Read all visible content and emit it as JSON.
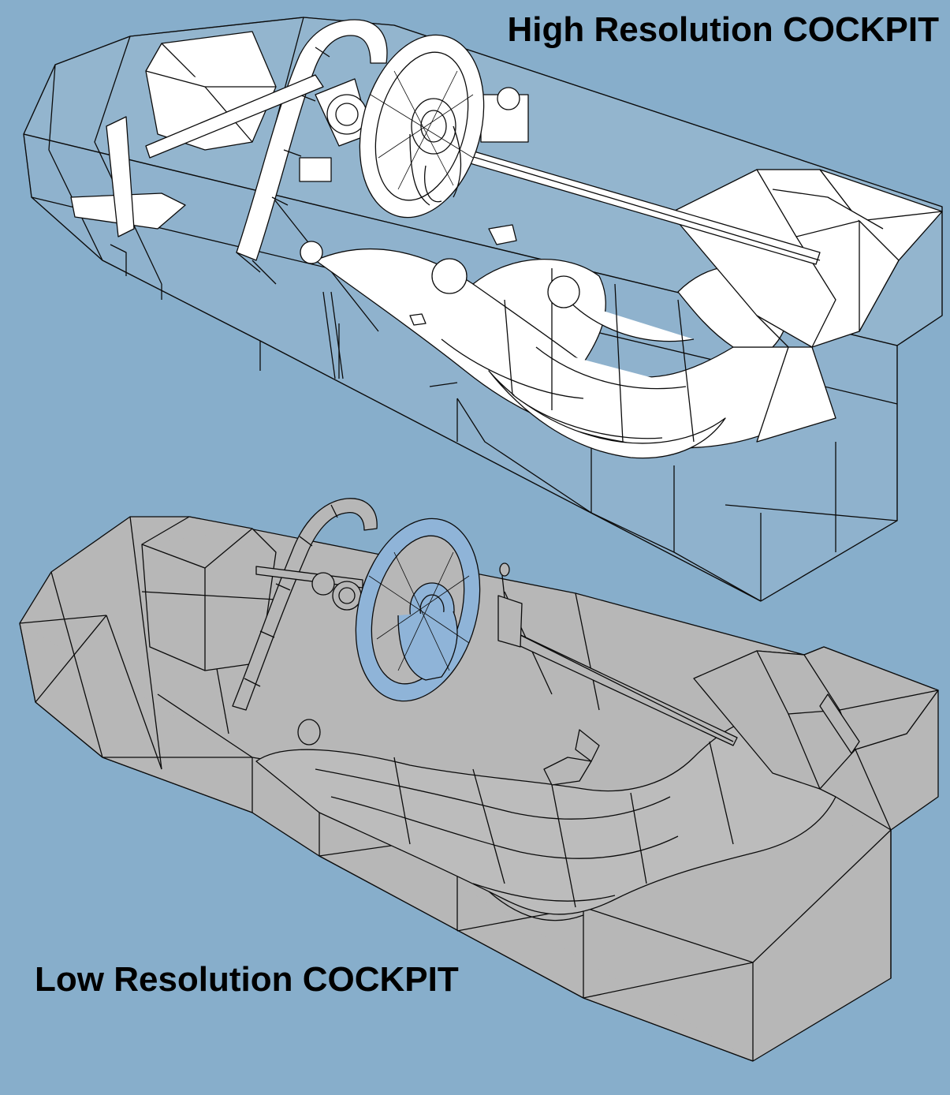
{
  "labels": {
    "high_res": "High Resolution COCKPIT",
    "low_res": "Low Resolution COCKPIT"
  },
  "colors": {
    "background": "#87aecb",
    "wireframe_line": "#0b0b0b",
    "high_res_fill": "#ffffff",
    "high_res_box_fill": "#9dbbd2",
    "low_res_fill": "#b7b7b7",
    "wheel_fill": "#8fb4d8",
    "text": "#000000"
  },
  "models": [
    {
      "id": "high-res-cockpit",
      "style": "white wireframe",
      "parts": [
        "tub",
        "seat",
        "roll-hoop",
        "steering-wheel",
        "gear-lever",
        "pedals"
      ]
    },
    {
      "id": "low-res-cockpit",
      "style": "grey wireframe",
      "parts": [
        "tub",
        "seat",
        "roll-hoop",
        "steering-wheel",
        "gear-lever"
      ]
    }
  ]
}
